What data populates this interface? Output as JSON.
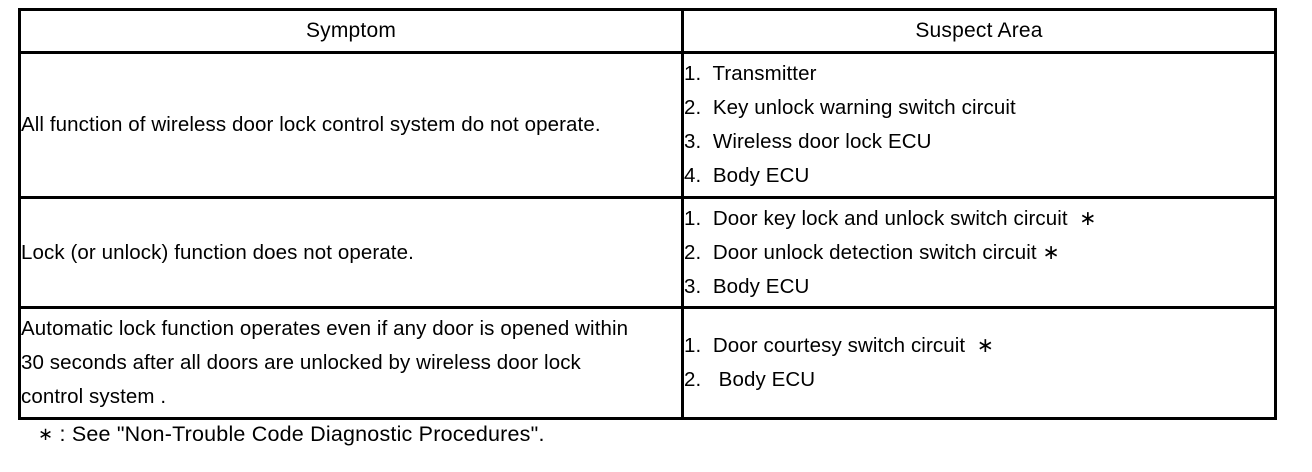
{
  "document": {
    "type": "diagnostic-symptom-table",
    "colors": {
      "background": "#ffffff",
      "text": "#000000",
      "border": "#000000"
    }
  },
  "table": {
    "headers": {
      "symptom": "Symptom",
      "suspect_area": "Suspect Area"
    },
    "rows": [
      {
        "symptom": "All function of wireless door lock control system do not operate.",
        "suspect_area": [
          "1.  Transmitter",
          "2.  Key unlock warning switch circuit",
          "3.  Wireless door lock ECU",
          "4.  Body ECU"
        ]
      },
      {
        "symptom": "Lock (or unlock) function does not operate.",
        "suspect_area": [
          "1.  Door key lock and unlock switch circuit  ∗",
          "2.  Door unlock detection switch circuit ∗",
          "3.  Body ECU"
        ]
      },
      {
        "symptom_lines": [
          "Automatic lock function operates even if any door is opened within",
          "30 seconds after all doors are unlocked by wireless door lock",
          "control system ."
        ],
        "suspect_area": [
          "1.  Door courtesy switch circuit  ∗",
          "2.   Body ECU"
        ]
      }
    ]
  },
  "footnote": {
    "marker": "∗",
    "text": " : See \"Non-Trouble Code Diagnostic Procedures\"."
  }
}
